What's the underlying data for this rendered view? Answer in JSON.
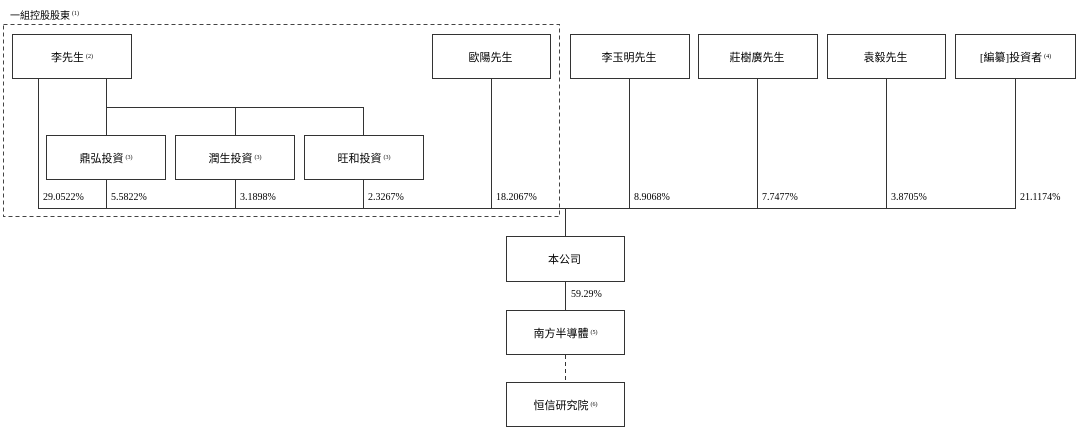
{
  "group": {
    "title": "一組控股股東",
    "note": "(1)"
  },
  "nodes": {
    "li": {
      "label": "李先生",
      "note": "(2)"
    },
    "dinghong": {
      "label": "鼎弘投資",
      "note": "(3)"
    },
    "runsheng": {
      "label": "潤生投資",
      "note": "(3)"
    },
    "wanghe": {
      "label": "旺和投資",
      "note": "(3)"
    },
    "ouyang": {
      "label": "歐陽先生",
      "note": ""
    },
    "liyuming": {
      "label": "李玉明先生",
      "note": ""
    },
    "zhuangshuguang": {
      "label": "莊樹廣先生",
      "note": ""
    },
    "yuanyi": {
      "label": "袁毅先生",
      "note": ""
    },
    "investors": {
      "label": "[編纂]投資者",
      "note": "(4)"
    },
    "company": {
      "label": "本公司",
      "note": ""
    },
    "nanfang": {
      "label": "南方半導體",
      "note": "(5)"
    },
    "hengxin": {
      "label": "恒信研究院",
      "note": "(6)"
    }
  },
  "percentages": {
    "li": "29.0522%",
    "dinghong": "5.5822%",
    "runsheng": "3.1898%",
    "wanghe": "2.3267%",
    "ouyang": "18.2067%",
    "liyuming": "8.9068%",
    "zhuangshuguang": "7.7477%",
    "yuanyi": "3.8705%",
    "investors": "21.1174%",
    "nanfang": "59.29%"
  }
}
